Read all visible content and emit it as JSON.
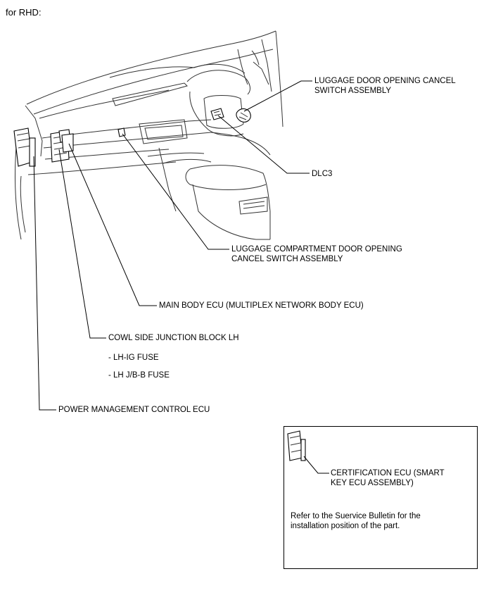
{
  "header": "for RHD:",
  "callouts": {
    "luggage_door_switch_l1": "LUGGAGE DOOR OPENING CANCEL",
    "luggage_door_switch_l2": "SWITCH ASSEMBLY",
    "dlc3": "DLC3",
    "luggage_compartment_l1": "LUGGAGE COMPARTMENT DOOR OPENING",
    "luggage_compartment_l2": "CANCEL SWITCH ASSEMBLY",
    "main_body_ecu": "MAIN BODY ECU (MULTIPLEX NETWORK BODY ECU)",
    "cowl_side_jb": "COWL SIDE JUNCTION BLOCK LH",
    "lh_ig_fuse": "- LH-IG FUSE",
    "lh_jb_b_fuse": "- LH J/B-B FUSE",
    "power_mgmt_ecu": "POWER MANAGEMENT CONTROL ECU"
  },
  "inset": {
    "cert_ecu_l1": "CERTIFICATION ECU (SMART",
    "cert_ecu_l2": "KEY ECU ASSEMBLY)",
    "note_l1": "Refer to the Suervice Bulletin for the",
    "note_l2": "installation position of the part."
  }
}
